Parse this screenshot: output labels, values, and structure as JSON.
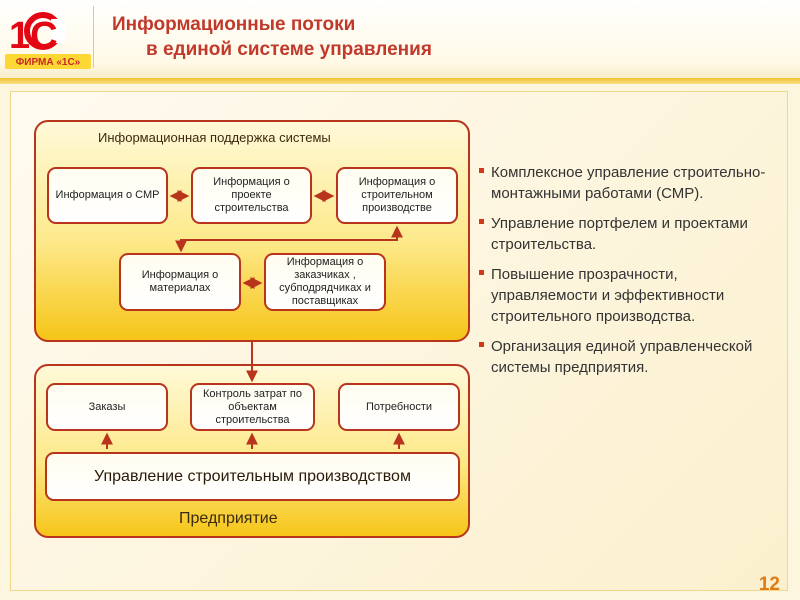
{
  "header": {
    "logo_mark": "1С",
    "logo_caption": "ФИРМА «1С»",
    "title_line1": "Информационные потоки",
    "title_line2": "в единой системе управления"
  },
  "colors": {
    "accent_red": "#b9341c",
    "panel_yellow": "#f6c518",
    "title_red": "#c0392b",
    "page_orange": "#e07a12"
  },
  "diagram": {
    "top_panel_title": "Информационная поддержка системы",
    "info_smr": "Информация о СМР",
    "info_project": "Информация о проекте строительства",
    "info_production": "Информация о строительном производстве",
    "info_materials": "Информация о материалах",
    "info_contractors": "Информация о заказчиках , субподрядчиках и поставщиках",
    "orders": "Заказы",
    "cost_control": "Контроль затрат по объектам строительства",
    "needs": "Потребности",
    "management": "Управление строительным производством",
    "enterprise": "Предприятие"
  },
  "bullets": [
    "Комплексное управление строительно-монтажными работами (СМР).",
    "Управление портфелем и проектами строительства.",
    "Повышение прозрачности, управляемости и эффективности строительного производства.",
    "Организация единой управленческой системы предприятия."
  ],
  "page_number": "12"
}
